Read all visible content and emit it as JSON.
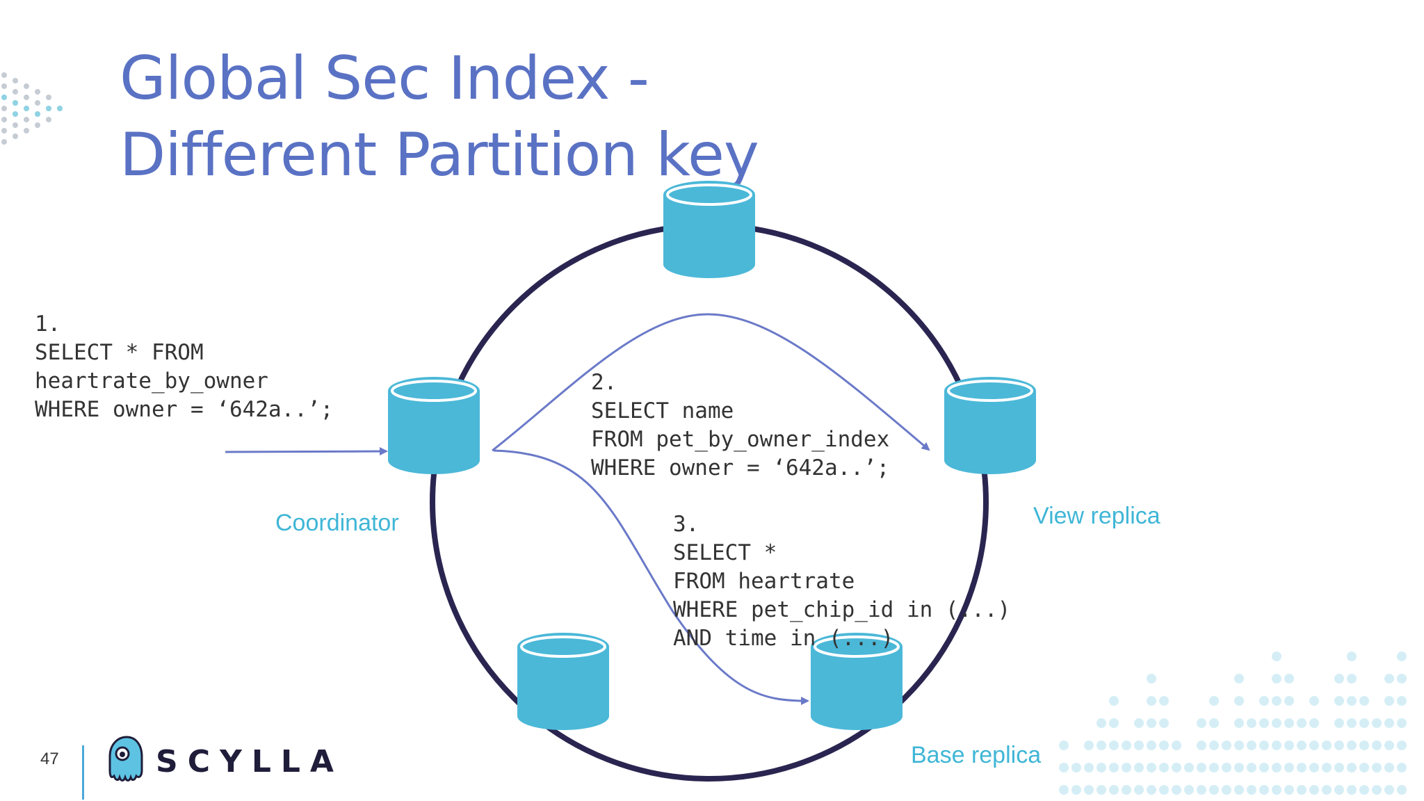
{
  "title": {
    "line1": "Global Sec Index -",
    "line2": "Different Partition key"
  },
  "nodes": {
    "coordinator_label": "Coordinator",
    "view_replica_label": "View replica",
    "base_replica_label": "Base replica"
  },
  "queries": {
    "q1": [
      "1.",
      "SELECT * FROM",
      "heartrate_by_owner",
      "WHERE owner = ‘642a..’;"
    ],
    "q2": [
      "2.",
      "SELECT name",
      "FROM pet_by_owner_index",
      "WHERE owner = ‘642a..’;"
    ],
    "q3": [
      "3.",
      "SELECT *",
      "FROM heartrate",
      "WHERE pet_chip_id in (...)",
      "AND time in (...)"
    ]
  },
  "footer": {
    "page_number": "47",
    "logo_text": "SCYLLA"
  },
  "colors": {
    "title": "#5a72c4",
    "ring": "#2a2550",
    "cylinder": "#4bb8d8",
    "arrow": "#6a79c8",
    "label": "#3fb6d6"
  }
}
